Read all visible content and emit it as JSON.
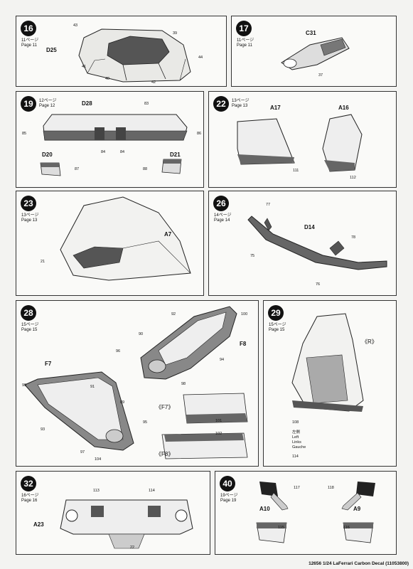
{
  "steps": {
    "s16": {
      "num": "16",
      "page_jp": "11ページ",
      "page_en": "Page 11",
      "main": "D25",
      "decals": [
        "43",
        "39",
        "44",
        "41",
        "40",
        "42"
      ]
    },
    "s17": {
      "num": "17",
      "page_jp": "11ページ",
      "page_en": "Page 11",
      "main": "C31",
      "decals": [
        "37"
      ]
    },
    "s19": {
      "num": "19",
      "page_jp": "12ページ",
      "page_en": "Page 12",
      "main": "D28",
      "d20": "D20",
      "d21": "D21",
      "decals": [
        "83",
        "85",
        "86",
        "84",
        "84",
        "87",
        "88"
      ]
    },
    "s22": {
      "num": "22",
      "page_jp": "13ページ",
      "page_en": "Page 13",
      "a17": "A17",
      "a16": "A16",
      "decals": [
        "111",
        "112"
      ]
    },
    "s23": {
      "num": "23",
      "page_jp": "13ページ",
      "page_en": "Page 13",
      "main": "A7",
      "decals": [
        "21"
      ]
    },
    "s26": {
      "num": "26",
      "page_jp": "14ページ",
      "page_en": "Page 14",
      "main": "D14",
      "decals": [
        "77",
        "78",
        "75",
        "76"
      ]
    },
    "s28": {
      "num": "28",
      "page_jp": "15ページ",
      "page_en": "Page 15",
      "f8": "F8",
      "f7": "F7",
      "f7_paren": "《F7》",
      "f8_paren": "《F8》",
      "decals": [
        "92",
        "100",
        "90",
        "96",
        "94",
        "98",
        "99",
        "91",
        "89",
        "93",
        "95",
        "97",
        "101",
        "102",
        "104"
      ]
    },
    "s29": {
      "num": "29",
      "page_jp": "15ページ",
      "page_en": "Page 15",
      "r_label": "《R》",
      "decals": [
        "108",
        "114"
      ],
      "left_jp": "左側",
      "left_en": "Left",
      "left_de": "Links",
      "left_fr": "Gauche"
    },
    "s32": {
      "num": "32",
      "page_jp": "16ページ",
      "page_en": "Page 16",
      "main": "A23",
      "decals": [
        "113",
        "114",
        "22"
      ]
    },
    "s40": {
      "num": "40",
      "page_jp": "19ページ",
      "page_en": "Page 19",
      "a10": "A10",
      "a9": "A9",
      "decals": [
        "117",
        "118",
        "115",
        "116"
      ]
    }
  },
  "footer": "12656 1/24 LaFerrari Carbon Decal (11053800)"
}
